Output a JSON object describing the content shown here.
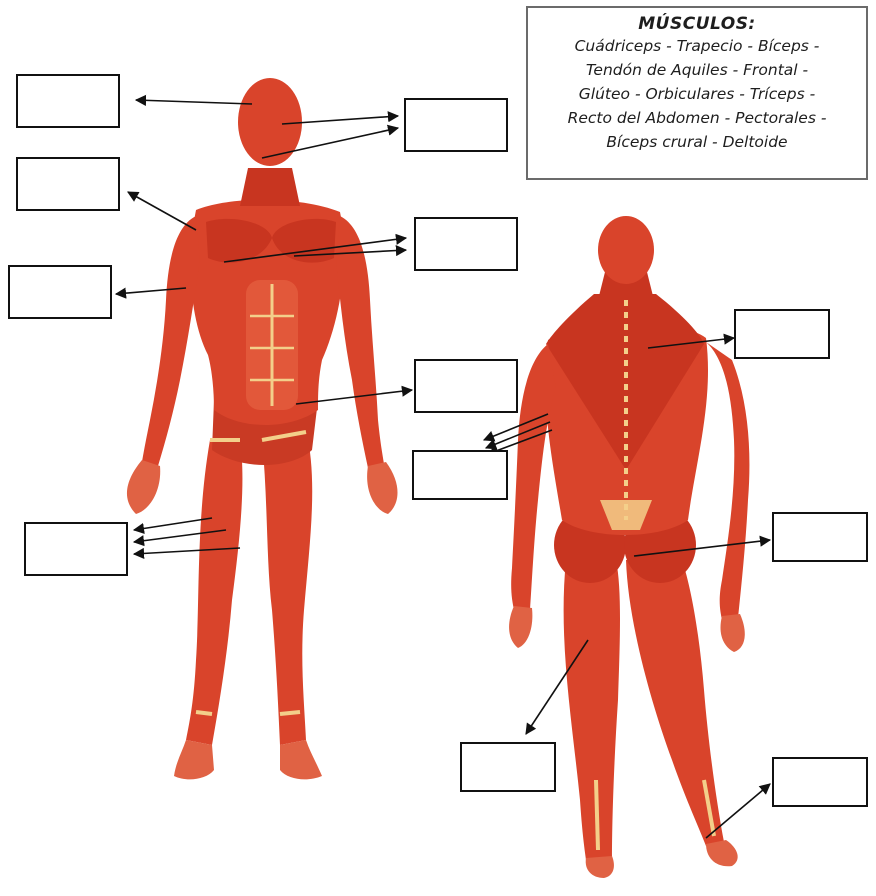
{
  "word_box": {
    "title": "MÚSCULOS:",
    "lines": [
      "Cuádriceps - Trapecio - Bíceps -",
      "Tendón de Aquiles - Frontal -",
      "Glúteo - Orbiculares -  Tríceps -",
      "Recto del Abdomen - Pectorales -",
      "Bíceps crural - Deltoide"
    ]
  },
  "answer_boxes": [
    {
      "id": "front-head-left",
      "text": ""
    },
    {
      "id": "front-face-right",
      "text": ""
    },
    {
      "id": "front-shoulder-left",
      "text": ""
    },
    {
      "id": "front-chest-right",
      "text": ""
    },
    {
      "id": "front-arm-left",
      "text": ""
    },
    {
      "id": "front-abdomen-right",
      "text": ""
    },
    {
      "id": "front-thigh-left",
      "text": ""
    },
    {
      "id": "back-upper-right",
      "text": ""
    },
    {
      "id": "back-arm-left",
      "text": ""
    },
    {
      "id": "back-gluteal-right",
      "text": ""
    },
    {
      "id": "back-thigh-left",
      "text": ""
    },
    {
      "id": "back-heel-right",
      "text": ""
    }
  ],
  "colors": {
    "muscle": "#d9442b",
    "muscle_dark": "#a82616",
    "muscle_light": "#ef7a5a",
    "tendon": "#f3cf8a",
    "arrow": "#111111",
    "box_border": "#111111"
  }
}
